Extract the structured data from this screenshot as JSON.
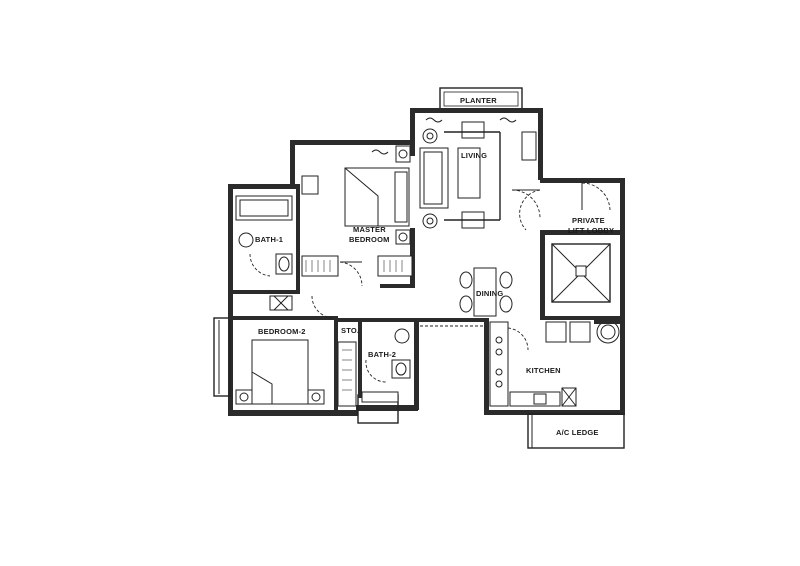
{
  "rooms": {
    "planter": "PLANTER",
    "living": "LIVING",
    "master_bedroom_1": "MASTER",
    "master_bedroom_2": "BEDROOM",
    "bath_1": "BATH-1",
    "private_lift_lobby_1": "PRIVATE",
    "private_lift_lobby_2": "LIFT LOBBY",
    "dining": "DINING",
    "bedroom_2": "BEDROOM-2",
    "store": "STO.",
    "bath_2": "BATH-2",
    "kitchen": "KITCHEN",
    "ac_ledge": "A/C LEDGE"
  }
}
